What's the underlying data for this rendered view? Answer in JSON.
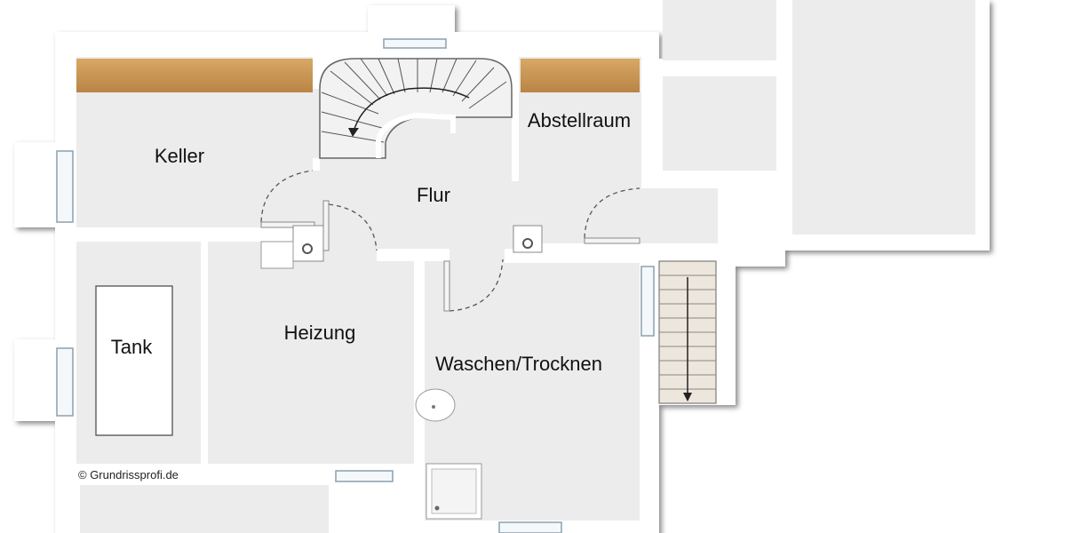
{
  "plan": {
    "rooms": {
      "keller": "Keller",
      "flur": "Flur",
      "abstellraum": "Abstellraum",
      "heizung": "Heizung",
      "tank": "Tank",
      "waschen": "Waschen/Trocknen"
    },
    "copyright": "© Grundrissprofi.de"
  },
  "colors": {
    "floor": "#ececec",
    "wall": "#ffffff",
    "wall_shadow": "#9a9a9a",
    "shelf": "#c9924f",
    "stair_line": "#555555"
  }
}
